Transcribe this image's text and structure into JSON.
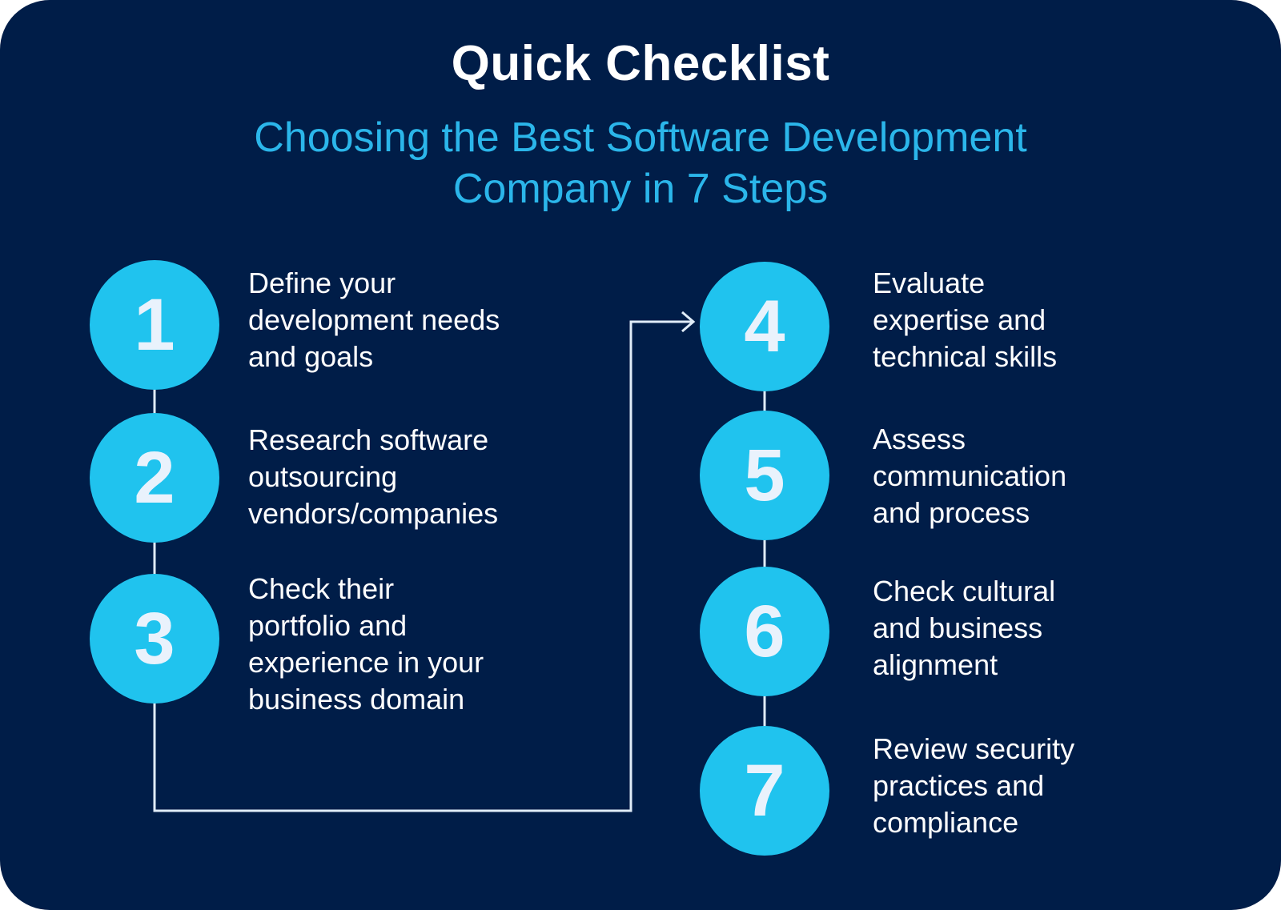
{
  "header": {
    "title": "Quick Checklist",
    "subtitle_line1": "Choosing the Best Software Development",
    "subtitle_line2": "Company in 7 Steps"
  },
  "colors": {
    "background": "#001d48",
    "circle": "#20c3ee",
    "number": "#e9f2fc",
    "subtitle": "#2bb6ea",
    "text": "#ffffff",
    "connector": "#e0ecf8"
  },
  "steps": [
    {
      "number": "1",
      "lines": [
        "Define your",
        "development needs",
        "and goals"
      ]
    },
    {
      "number": "2",
      "lines": [
        "Research software",
        "outsourcing",
        "vendors/companies"
      ]
    },
    {
      "number": "3",
      "lines": [
        "Check their",
        "portfolio and",
        "experience in your",
        "business domain"
      ]
    },
    {
      "number": "4",
      "lines": [
        "Evaluate",
        "expertise and",
        "technical skills"
      ]
    },
    {
      "number": "5",
      "lines": [
        "Assess",
        "communication",
        "and process"
      ]
    },
    {
      "number": "6",
      "lines": [
        "Check cultural",
        "and business",
        "alignment"
      ]
    },
    {
      "number": "7",
      "lines": [
        "Review security",
        "practices and",
        "compliance"
      ]
    }
  ]
}
